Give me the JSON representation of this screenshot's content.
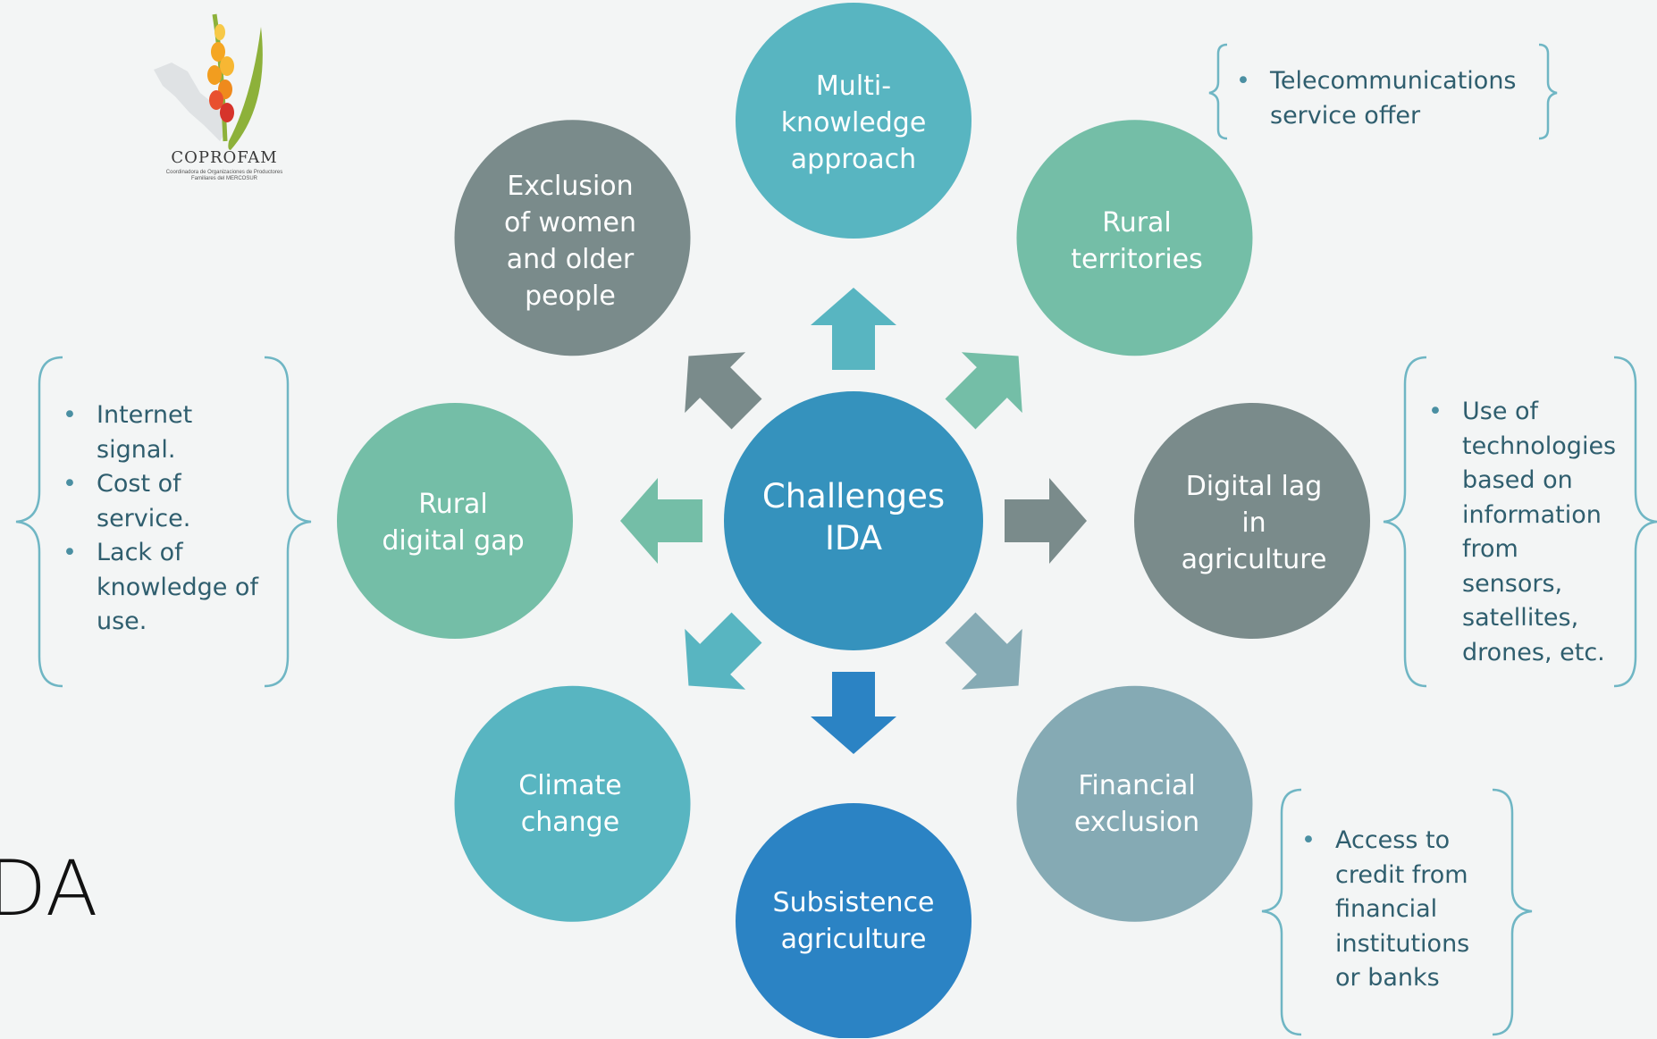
{
  "diagram": {
    "center": {
      "label": "Challenges\nIDA",
      "color": "#3592bd"
    },
    "nodes": [
      {
        "id": "multi-knowledge-approach",
        "label": "Multi-\nknowledge\napproach",
        "color": "#58b5c1"
      },
      {
        "id": "rural-territories",
        "label": "Rural\nterritories",
        "color": "#74bea7"
      },
      {
        "id": "digital-lag-in-agriculture",
        "label": "Digital lag\nin\nagriculture",
        "color": "#7a8b8b"
      },
      {
        "id": "financial-exclusion",
        "label": "Financial\nexclusion",
        "color": "#85aab4"
      },
      {
        "id": "subsistence-agriculture",
        "label": "Subsistence\nagriculture",
        "color": "#2b83c4"
      },
      {
        "id": "climate-change",
        "label": "Climate\nchange",
        "color": "#58b5c1"
      },
      {
        "id": "rural-digital-gap",
        "label": "Rural\ndigital gap",
        "color": "#74bea7"
      },
      {
        "id": "exclusion-of-women-and-older-people",
        "label": "Exclusion\nof women\nand older\npeople",
        "color": "#7a8b8b"
      }
    ],
    "arrow_colors": [
      "#58b5c1",
      "#74bea7",
      "#7a8b8b",
      "#85aab4",
      "#2b83c4",
      "#58b5c1",
      "#74bea7",
      "#7a8b8b"
    ]
  },
  "notes": {
    "telecom": [
      "Telecommunications\nservice offer"
    ],
    "digital_gap": [
      "Internet\nsignal.",
      "Cost of\nservice.",
      "Lack of\nknowledge of\nuse."
    ],
    "digital_lag": [
      "Use of\ntechnologies\nbased on\ninformation\nfrom\nsensors,\nsatellites,\ndrones, etc."
    ],
    "financial": [
      "Access to\ncredit from\nfinancial\ninstitutions\nor banks"
    ]
  },
  "background_text": "DA",
  "logo": {
    "name": "COPROFAM",
    "subtitle": "Coordinadora de Organizaciones de Productores\nFamiliares del MERCOSUR"
  },
  "colors": {
    "brace": "#6fb6c4",
    "note_text": "#2f5e6e",
    "background": "#f3f5f5"
  }
}
